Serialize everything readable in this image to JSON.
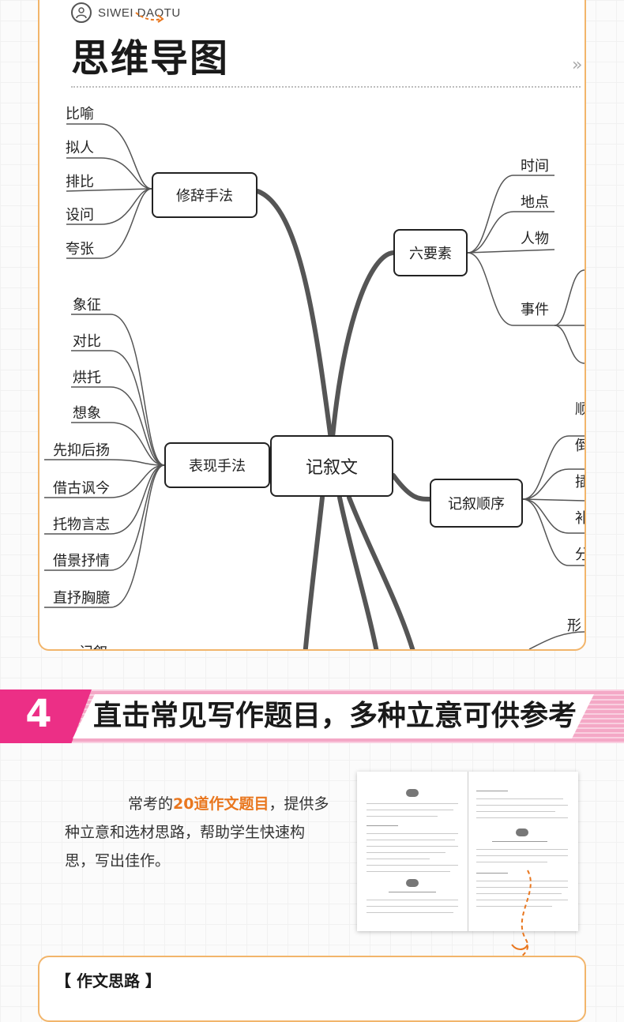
{
  "brand": "SIWEI DAOTU",
  "section_title": "思维导图",
  "more_arrows": "»",
  "mindmap": {
    "center": "记叙文",
    "rhetoric": {
      "label": "修辞手法",
      "items": [
        "比喻",
        "拟人",
        "排比",
        "设问",
        "夸张"
      ]
    },
    "expression": {
      "label": "表现手法",
      "items": [
        "象征",
        "对比",
        "烘托",
        "想象",
        "先抑后扬",
        "借古讽今",
        "托物言志",
        "借景抒情",
        "直抒胸臆"
      ]
    },
    "six_elements": {
      "label": "六要素",
      "items": [
        "时间",
        "地点",
        "人物",
        "事件"
      ]
    },
    "narrative_order": {
      "label": "记叙顺序",
      "items": [
        "顺",
        "倒",
        "插",
        "补",
        "分"
      ]
    },
    "partial_right": "形",
    "partial_bottom": "记叙"
  },
  "banner": {
    "number": "4",
    "text": "直击常见写作题目，多种立意可供参考"
  },
  "description": {
    "prefix": "常考的",
    "highlight": "20道作文题目",
    "suffix": "，提供多种立意和选材思路，帮助学生快速构思，写出佳作。"
  },
  "bottom_card_title": "【 作文思路 】",
  "colors": {
    "accent_orange": "#e9771f",
    "card_border": "#f2b56b",
    "banner_pink": "#ec2f86"
  }
}
